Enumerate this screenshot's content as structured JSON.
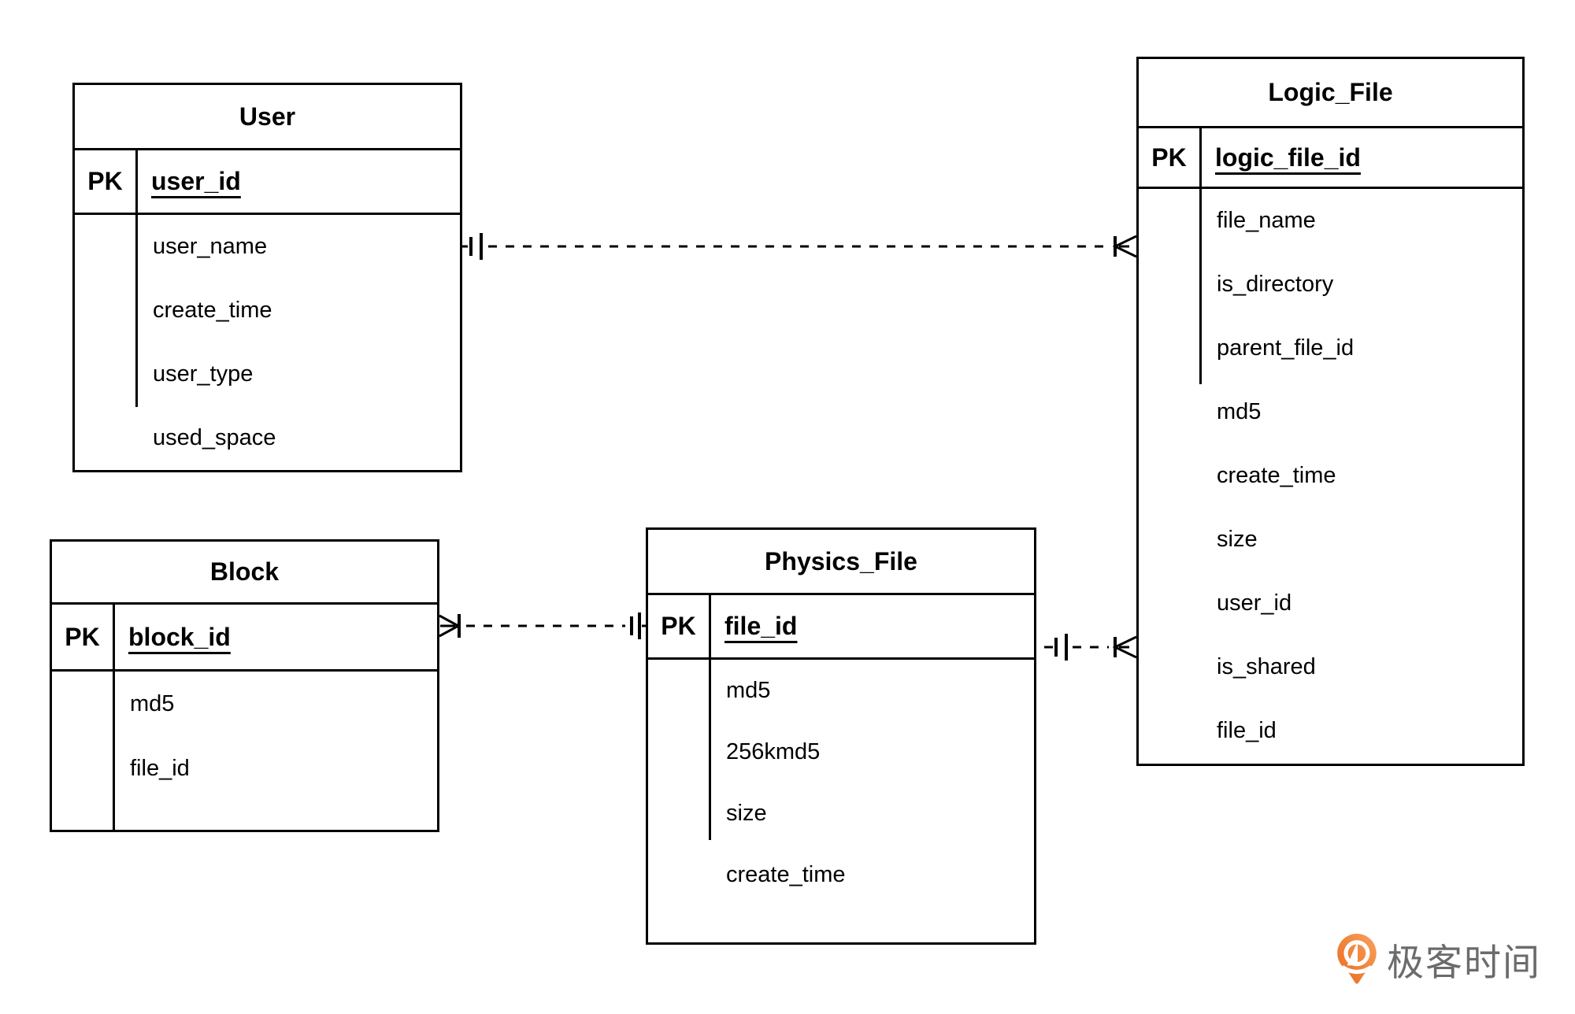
{
  "diagram": {
    "type": "er-diagram",
    "entities": {
      "user": {
        "title": "User",
        "pk_label": "PK",
        "pk_field": "user_id",
        "fields": [
          "user_name",
          "create_time",
          "user_type",
          "used_space"
        ]
      },
      "logic_file": {
        "title": "Logic_File",
        "pk_label": "PK",
        "pk_field": "logic_file_id",
        "fields": [
          "file_name",
          "is_directory",
          "parent_file_id",
          "md5",
          "create_time",
          "size",
          "user_id",
          "is_shared",
          "file_id"
        ]
      },
      "block": {
        "title": "Block",
        "pk_label": "PK",
        "pk_field": "block_id",
        "fields": [
          "md5",
          "file_id"
        ]
      },
      "physics_file": {
        "title": "Physics_File",
        "pk_label": "PK",
        "pk_field": "file_id",
        "fields": [
          "md5",
          "256kmd5",
          "size",
          "create_time"
        ]
      }
    },
    "relationships": [
      {
        "from": "User",
        "to": "Logic_File",
        "from_cardinality": "exactly-one",
        "to_cardinality": "one-or-many",
        "line_style": "dashed"
      },
      {
        "from": "Block",
        "to": "Physics_File",
        "from_cardinality": "one-or-many",
        "to_cardinality": "exactly-one",
        "line_style": "dashed"
      },
      {
        "from": "Physics_File",
        "to": "Logic_File",
        "from_cardinality": "exactly-one",
        "to_cardinality": "one-or-many",
        "line_style": "dashed"
      }
    ]
  },
  "logo": {
    "text": "极客时间",
    "icon_color": "#ED6C1F",
    "text_color": "#6B6B6B"
  },
  "colors": {
    "background": "#FFFFFF",
    "line": "#000000",
    "text": "#000000"
  }
}
